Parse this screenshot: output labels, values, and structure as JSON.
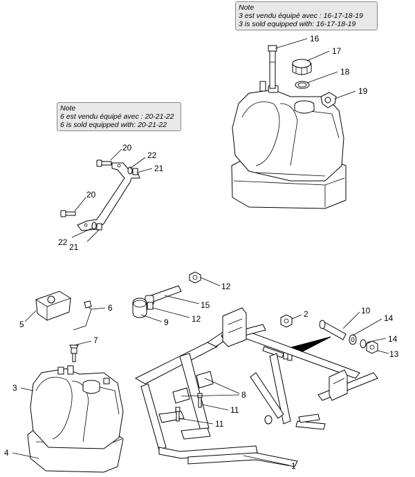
{
  "notes": [
    {
      "title": "Note",
      "line_fr": "3 est vendu équipé avec : 16-17-18-19",
      "line_en": "3 is sold equipped with: 16-17-18-19"
    },
    {
      "title": "Note",
      "line_fr": "6 est vendu équipé avec : 20-21-22",
      "line_en": "6 is sold equipped with: 20-21-22"
    }
  ],
  "callouts": {
    "c16": "16",
    "c17": "17",
    "c18": "18",
    "c19": "19",
    "c20a": "20",
    "c22a": "22",
    "c21a": "21",
    "c20b": "20",
    "c22b": "22",
    "c21b": "21",
    "c12a": "12",
    "c15": "15",
    "c12b": "12",
    "c9": "9",
    "c6": "6",
    "c5": "5",
    "c7": "7",
    "c2": "2",
    "c10": "10",
    "c14a": "14",
    "c14b": "14",
    "c13": "13",
    "c3": "3",
    "c8": "8",
    "c11a": "11",
    "c11b": "11",
    "c4": "4",
    "c1": "1"
  }
}
